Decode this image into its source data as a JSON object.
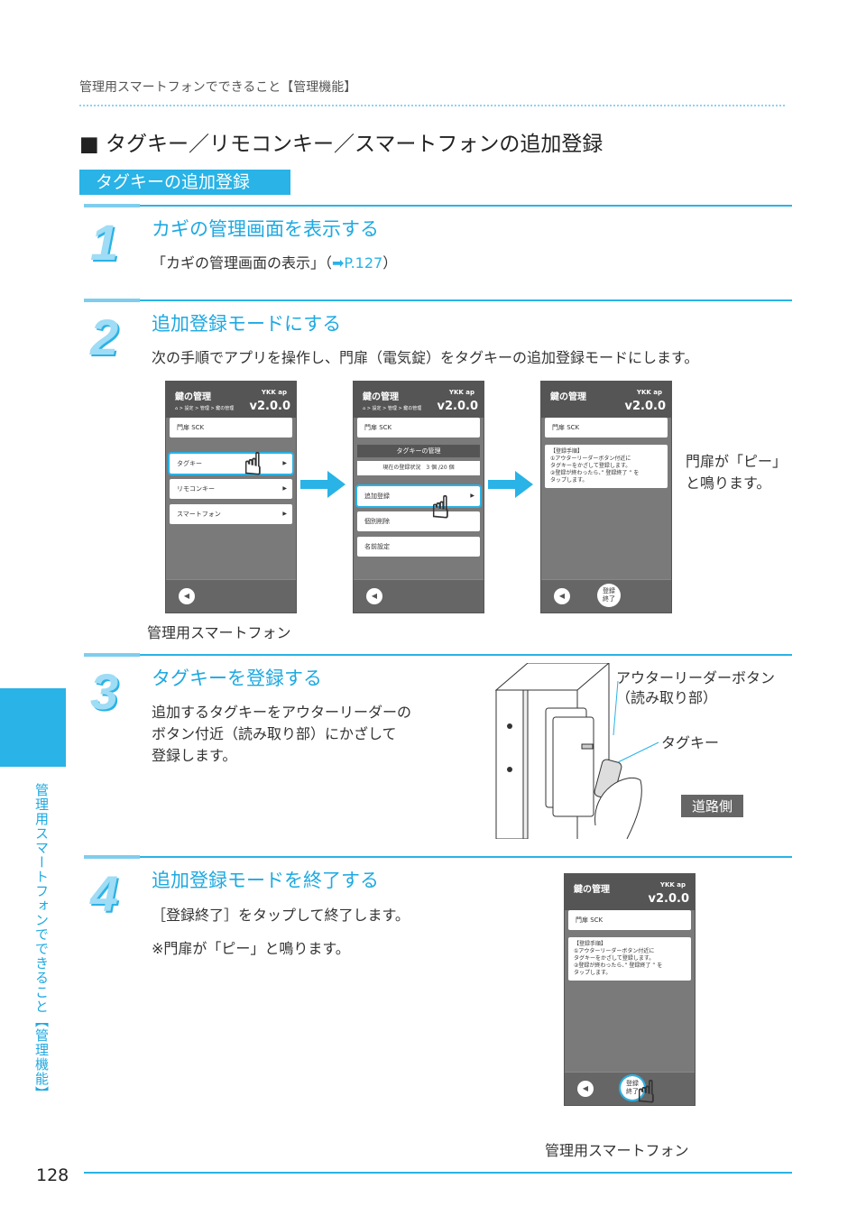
{
  "header": "管理用スマートフォンでできること【管理機能】",
  "title": "■ タグキー／リモコンキー／スマートフォンの追加登録",
  "section": "タグキーの追加登録",
  "steps": [
    {
      "num": "1",
      "title": "カギの管理画面を表示する",
      "body": "「カギの管理画面の表示」（",
      "ref": "➡P.127",
      "body_end": "）"
    },
    {
      "num": "2",
      "title": "追加登録モードにする",
      "body": "次の手順でアプリを操作し、門扉（電気錠）をタグキーの追加登録モードにします。"
    },
    {
      "num": "3",
      "title": "タグキーを登録する",
      "body": [
        "追加するタグキーをアウターリーダーの",
        "ボタン付近（読み取り部）にかざして",
        "登録します。"
      ]
    },
    {
      "num": "4",
      "title": "追加登録モードを終了する",
      "body": "［登録終了］をタップして終了します。",
      "note": "※門扉が「ピー」と鳴ります。"
    }
  ],
  "phone": {
    "title": "鍵の管理",
    "logo": "YKK ap",
    "version": "v2.0.0",
    "crumb": "⌂ > 設定 > 管理 > 鍵の管理",
    "device": "門扉 SCK",
    "menu": [
      "タグキー",
      "リモコンキー",
      "スマートフォン"
    ],
    "tag_header": "タグキーの管理",
    "status": "現在の登録状況　3 個 /20 個",
    "tag_menu": [
      "追加登録",
      "個別削除",
      "名前設定"
    ],
    "note": [
      "【登録手順】",
      "①アウターリーダーボタン付近に",
      "タグキーをかざして登録します。",
      "②登録が終わったら、” 登録終了 ” を",
      "タップします。"
    ],
    "end_button": "登録\n終了",
    "back": "◀"
  },
  "beep": [
    "門扉が「ピー」",
    "と鳴ります。"
  ],
  "caption": "管理用スマートフォン",
  "illus": {
    "outer_reader": [
      "アウターリーダーボタン",
      "（読み取り部）"
    ],
    "tag_key": "タグキー",
    "road_side": "道路側"
  },
  "side_tab": "管理用スマートフォンでできること【管理機能】",
  "page_number": "128"
}
